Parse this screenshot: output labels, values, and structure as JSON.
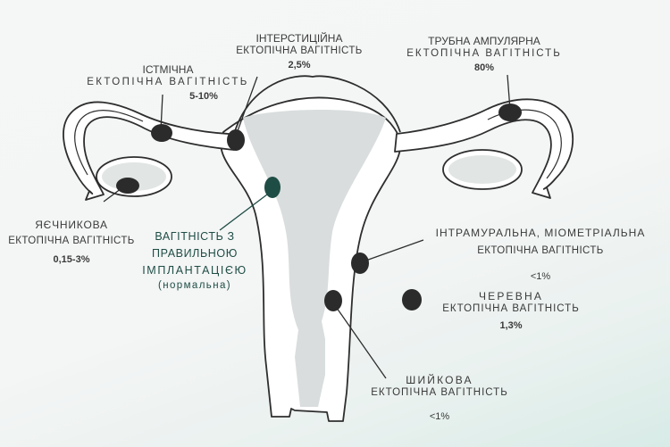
{
  "labels": {
    "interstitial": {
      "title": "ІНТЕРСТИЦІЙНА",
      "subtitle": "ЕКТОПІЧНА ВАГІТНІСТЬ",
      "percent": "2,5%"
    },
    "isthmic": {
      "title": "ІСТМІЧНА",
      "subtitle": "ЕКТОПІЧНА ВАГІТНІСТЬ",
      "percent": "5-10%"
    },
    "ampullary": {
      "title": "ТРУБНА АМПУЛЯРНА",
      "subtitle": "ЕКТОПІЧНА ВАГІТНІСТЬ",
      "percent": "80%"
    },
    "ovarian": {
      "title": "ЯЄЧНИКОВА",
      "subtitle": "ЕКТОПІЧНА ВАГІТНІСТЬ",
      "percent": "0,15-3%"
    },
    "normal": {
      "line1": "ВАГІТНІСТЬ З",
      "line2": "ПРАВИЛЬНОЮ",
      "line3": "ІМПЛАНТАЦІЄЮ",
      "line4": "(нормальна)"
    },
    "intramural": {
      "title": "ІНТРАМУРАЛЬНА, МІОМЕТРІАЛЬНА",
      "subtitle": "ЕКТОПІЧНА ВАГІТНІСТЬ",
      "percent": "<1%"
    },
    "abdominal": {
      "title": "ЧЕРЕВНА",
      "subtitle": "ЕКТОПІЧНА ВАГІТНІСТЬ",
      "percent": "1,3%"
    },
    "cervical": {
      "title": "ШИЙКОВА",
      "subtitle": "ЕКТОПІЧНА ВАГІТНІСТЬ",
      "percent": "<1%"
    }
  },
  "colors": {
    "outline": "#2e2e2e",
    "fill": "#ffffff",
    "cavity": "#d9dddd",
    "marker": "#2b2b2b",
    "normal_marker": "#1e4d45"
  }
}
